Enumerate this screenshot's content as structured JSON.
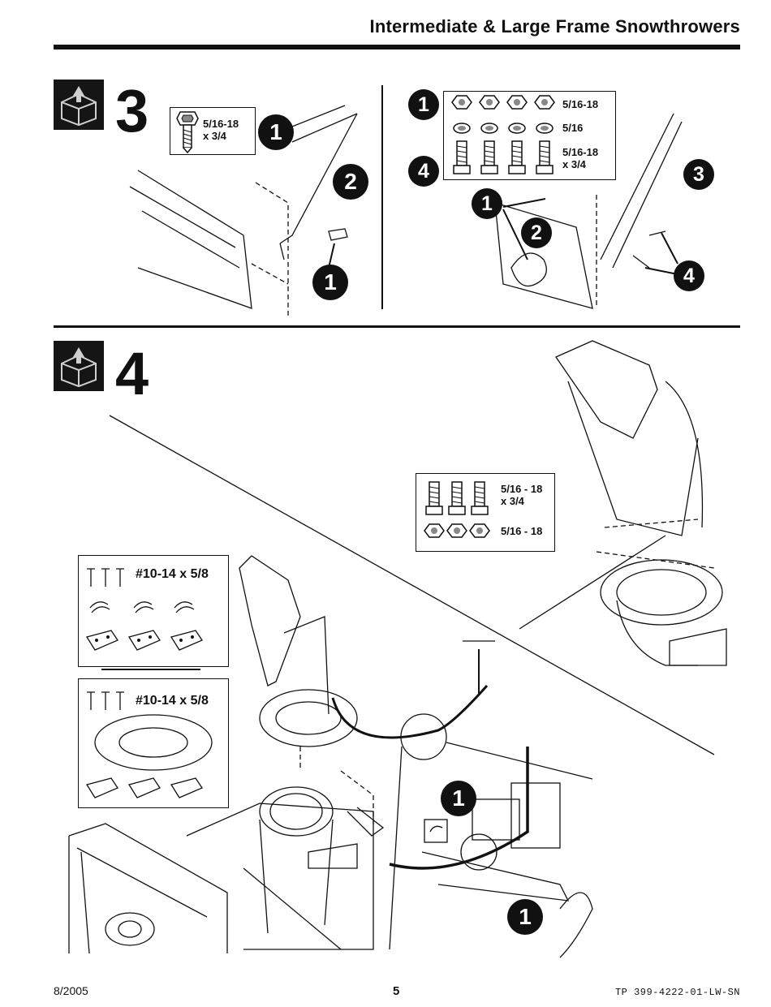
{
  "header": {
    "title": "Intermediate & Large Frame Snowthrowers"
  },
  "step3": {
    "number": "3",
    "left_panel": {
      "hardware_label": "5/16-18\nx 3/4",
      "callouts": [
        "1",
        "2",
        "1"
      ]
    },
    "right_panel": {
      "hardware_rows": [
        {
          "callout": "1",
          "label": "5/16-18"
        },
        {
          "callout": "",
          "label": "5/16"
        },
        {
          "callout": "4",
          "label": "5/16-18\nx 3/4"
        }
      ],
      "callouts": [
        "1",
        "2",
        "3",
        "4"
      ]
    }
  },
  "step4": {
    "number": "4",
    "hardware_box": {
      "bolt_label": "5/16 - 18\nx 3/4",
      "nut_label": "5/16 - 18"
    },
    "kit_a": {
      "label": "#10-14 x 5/8"
    },
    "kit_b": {
      "label": "#10-14 x 5/8"
    },
    "callouts": [
      "1",
      "1"
    ]
  },
  "footer": {
    "date": "8/2005",
    "page": "5",
    "code": "TP 399-4222-01-LW-SN"
  }
}
